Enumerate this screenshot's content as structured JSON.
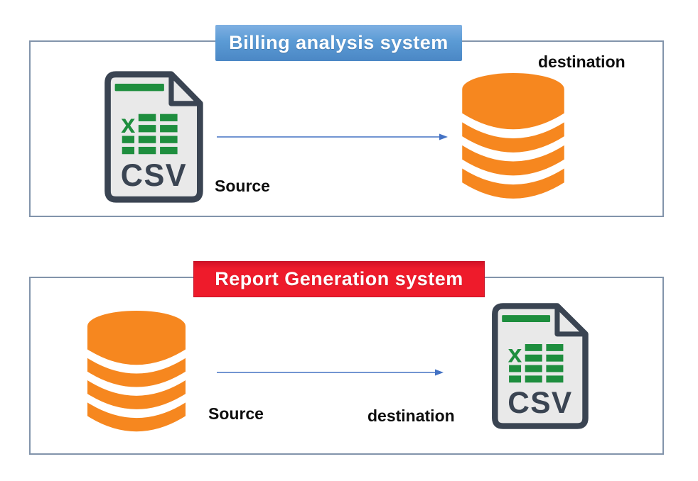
{
  "systems": [
    {
      "name": "billing-analysis",
      "title": "Billing analysis system",
      "title_bg": "#5B9BD5",
      "source_label": "Source",
      "destination_label": "destination",
      "source_icon": "csv-file-icon",
      "destination_icon": "database-icon"
    },
    {
      "name": "report-generation",
      "title": "Report Generation system",
      "title_bg": "#EE1B2B",
      "source_label": "Source",
      "destination_label": "destination",
      "source_icon": "database-icon",
      "destination_icon": "csv-file-icon"
    }
  ],
  "csv_icon": {
    "file_label": "CSV",
    "spreadsheet_x": "x"
  },
  "colors": {
    "box_border": "#8294AB",
    "arrow_blue": "#4472C4",
    "database_orange": "#F6871F",
    "csv_dark_slate": "#3A4452",
    "csv_green": "#1E8E3E",
    "billing_title_bg": "#5B9BD5",
    "report_title_bg": "#EE1B2B"
  }
}
